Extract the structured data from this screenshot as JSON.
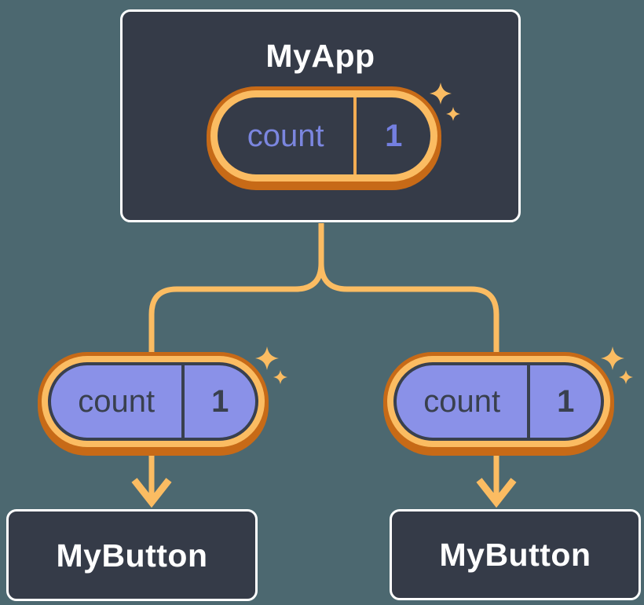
{
  "diagram_type": "component-state-tree",
  "root_node": {
    "title": "MyApp",
    "state": {
      "label": "count",
      "value": "1"
    }
  },
  "child_nodes": [
    {
      "title": "MyButton",
      "state": {
        "label": "count",
        "value": "1"
      }
    },
    {
      "title": "MyButton",
      "state": {
        "label": "count",
        "value": "1"
      }
    }
  ],
  "icons": {
    "sparkle": "four-point-star",
    "arrow": "down-arrow"
  },
  "colors": {
    "background": "#4C6870",
    "node_fill": "#353B48",
    "node_border": "#FFFFFF",
    "node_title_text": "#FFFFFF",
    "connector_orange": "#FBBC62",
    "ring_light_orange": "#FBBC62",
    "ring_dark_orange": "#C76A17",
    "pill_top_divider": "#F3AC52",
    "pill_top_label_text": "#7B86DF",
    "pill_top_value_text": "#747FE0",
    "pill_child_fill": "#8A91E8",
    "pill_child_text": "#39404E",
    "sparkle": "#FBBC62"
  }
}
